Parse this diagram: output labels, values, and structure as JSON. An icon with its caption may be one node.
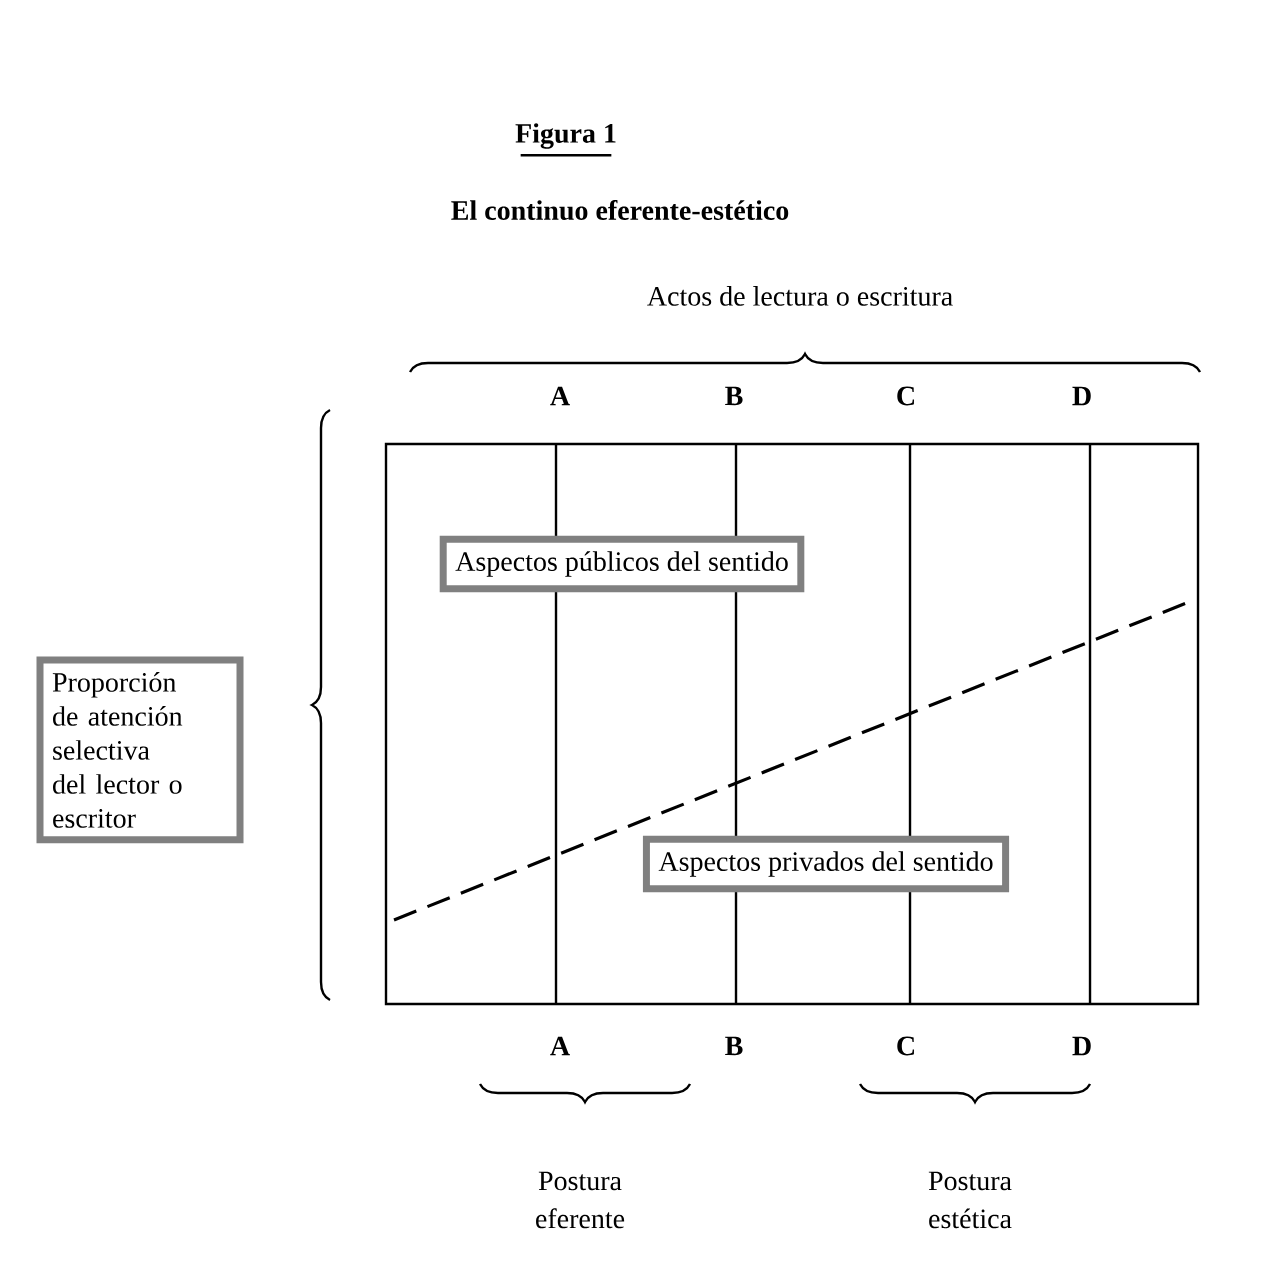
{
  "diagram": {
    "title": "El continuo eferente-estético",
    "nodes": [
      {
        "text": [
          "Proporción de atención selectiva del lector o escritor"
        ]
      },
      {
        "text": [
          "Aspectos públicos del sentido"
        ]
      },
      {
        "text": [
          "Aspectos privados del sentido"
        ]
      }
    ],
    "labels": [
      "Figura 1",
      "Actos de lectura o escritura",
      "A",
      "B",
      "C",
      "D",
      "A",
      "B",
      "C",
      "D",
      "Postura eferente",
      "Postura estética"
    ]
  }
}
